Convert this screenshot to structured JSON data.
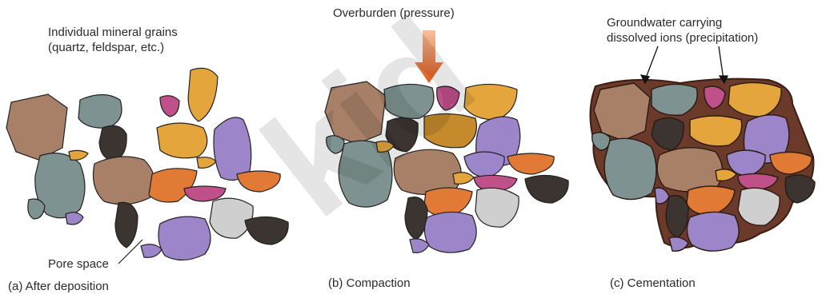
{
  "labels": {
    "mineral_grains_line1": "Individual mineral grains",
    "mineral_grains_line2": "(quartz, feldspar, etc.)",
    "overburden": "Overburden (pressure)",
    "groundwater_line1": "Groundwater carrying",
    "groundwater_line2": "dissolved ions (precipitation)",
    "pore_space": "Pore space"
  },
  "captions": {
    "a": "(a) After deposition",
    "b": "(b) Compaction",
    "c": "(c) Cementation"
  },
  "colors": {
    "cement": "#6b3a2a",
    "arrow": "#e8632a",
    "tan": "#a88068",
    "gray_green": "#7e9391",
    "dark": "#3b3430",
    "orange": "#e07a34",
    "yellow": "#e3a53c",
    "purple": "#9c85c9",
    "magenta": "#c0508a",
    "light_gray": "#cfcfcf"
  }
}
